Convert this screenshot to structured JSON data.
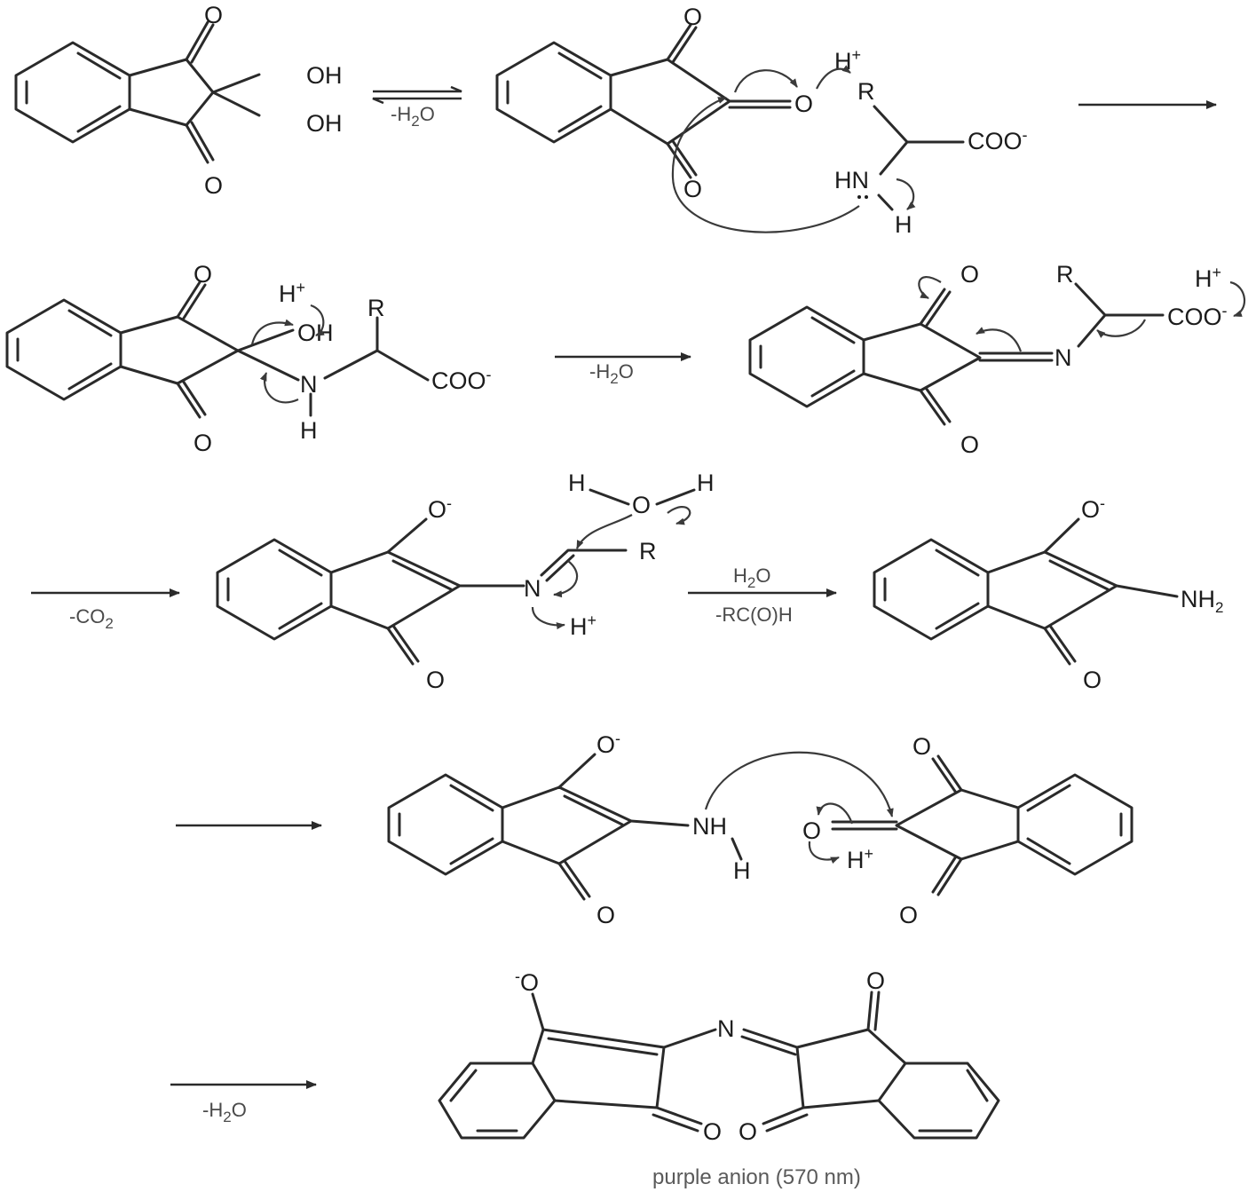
{
  "atoms": {
    "O": "O",
    "OH": "OH",
    "O_minus": "O",
    "H": "H",
    "H_plus": "H",
    "R": "R",
    "N": "N",
    "HN": "HN",
    "NH": "NH",
    "COO": "COO",
    "NH2": "NH",
    "plus": "+",
    "minus": "-",
    "two": "2"
  },
  "conditions": {
    "dehydration": "-H",
    "dehydration_o": "O",
    "decarboxylation": "-CO",
    "hydrolysis_water": "H",
    "hydrolysis_water_o": "O",
    "aldehyde_loss": "-RC(O)H"
  },
  "caption": "purple anion (570 nm)",
  "colors": {
    "ink": "#2a2a2a",
    "caption": "#5a5a5a",
    "condition": "#4a4a4a"
  }
}
